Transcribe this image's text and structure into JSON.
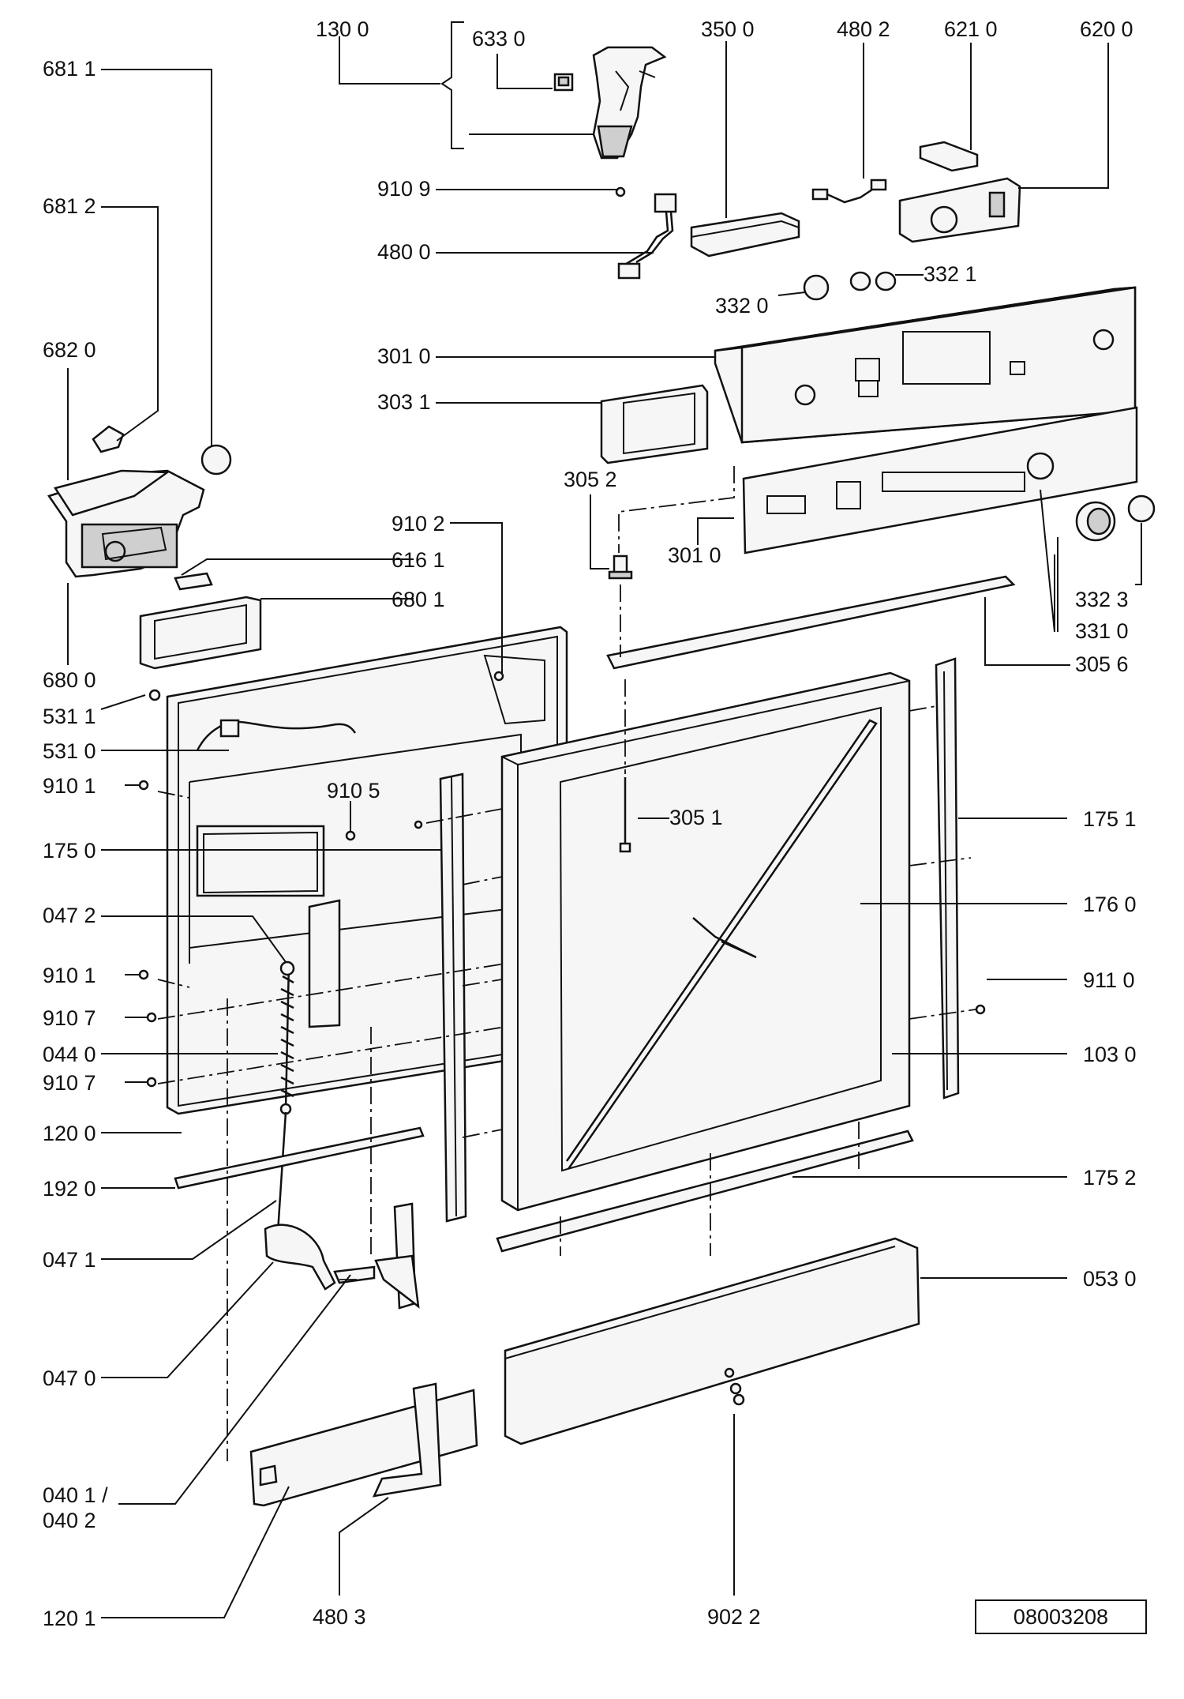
{
  "drawing_number": "08003208",
  "labels": {
    "l_130_0": "130 0",
    "l_633_0": "633 0",
    "l_350_0": "350 0",
    "l_480_2": "480 2",
    "l_621_0": "621 0",
    "l_620_0": "620 0",
    "l_681_1": "681 1",
    "l_681_2": "681 2",
    "l_910_9": "910 9",
    "l_480_0": "480 0",
    "l_332_1": "332 1",
    "l_332_0": "332 0",
    "l_682_0": "682 0",
    "l_301_0a": "301 0",
    "l_303_1": "303 1",
    "l_305_2": "305 2",
    "l_910_2": "910 2",
    "l_616_1": "616 1",
    "l_680_1": "680 1",
    "l_301_0b": "301 0",
    "l_332_3": "332 3",
    "l_331_0": "331 0",
    "l_305_6": "305 6",
    "l_680_0": "680 0",
    "l_531_1": "531 1",
    "l_531_0": "531 0",
    "l_910_1a": "910 1",
    "l_910_5": "910 5",
    "l_305_1": "305 1",
    "l_175_1": "175 1",
    "l_175_0": "175 0",
    "l_176_0": "176 0",
    "l_047_2": "047 2",
    "l_910_1b": "910 1",
    "l_911_0": "911 0",
    "l_910_7a": "910 7",
    "l_044_0": "044 0",
    "l_103_0": "103 0",
    "l_910_7b": "910 7",
    "l_120_0": "120 0",
    "l_192_0": "192 0",
    "l_175_2": "175 2",
    "l_047_1": "047 1",
    "l_053_0": "053 0",
    "l_047_0": "047 0",
    "l_040_1": "040 1  /",
    "l_040_2": "040 2",
    "l_120_1": "120 1",
    "l_480_3": "480 3",
    "l_902_2": "902 2"
  }
}
